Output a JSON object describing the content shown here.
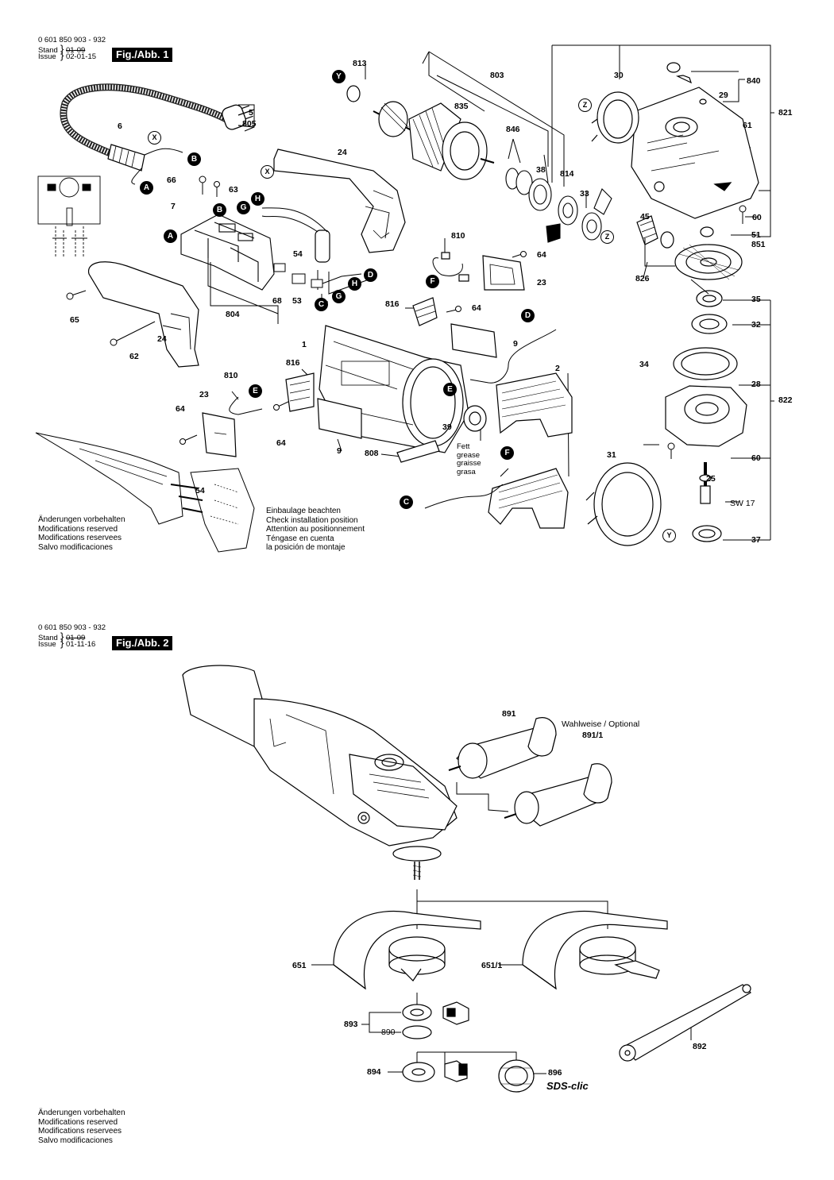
{
  "fig1": {
    "code": "0 601 850 903 - 932",
    "stand_label": "Stand",
    "stand_value": "01-09",
    "issue_label": "Issue",
    "issue_value": "02-01-15",
    "title": "Fig./Abb. 1",
    "notes_left": [
      "Änderungen vorbehalten",
      "Modifications reserved",
      "Modifications reservees",
      "Salvo modificaciones"
    ],
    "notes_install": [
      "Einbaulage beachten",
      "Check installation position",
      "Attention au positionnement",
      "Téngase en cuenta",
      "la posición de montaje"
    ],
    "grease": [
      "Fett",
      "grease",
      "graisse",
      "grasa"
    ],
    "parts": [
      "813",
      "803",
      "30",
      "840",
      "29",
      "821",
      "61",
      "835",
      "846",
      "38",
      "814",
      "33",
      "60",
      "45",
      "51",
      "851",
      "826",
      "35",
      "32",
      "34",
      "28",
      "822",
      "60",
      "25",
      "SW 17",
      "37",
      "5",
      "805",
      "6",
      "24",
      "66",
      "63",
      "7",
      "54",
      "810",
      "64",
      "23",
      "816",
      "64",
      "1",
      "9",
      "2",
      "804",
      "68",
      "53",
      "65",
      "62",
      "24",
      "810",
      "816",
      "23",
      "64",
      "64",
      "39",
      "9",
      "808",
      "31",
      "54"
    ],
    "callouts": [
      "Y",
      "X",
      "B",
      "A",
      "H",
      "G",
      "B",
      "A",
      "D",
      "H",
      "G",
      "C",
      "Z",
      "Z",
      "F",
      "D",
      "E",
      "E",
      "F",
      "C",
      "Y",
      "X",
      "Z"
    ]
  },
  "fig2": {
    "code": "0 601 850 903 - 932",
    "stand_label": "Stand",
    "stand_value": "01-09",
    "issue_label": "Issue",
    "issue_value": "01-11-16",
    "title": "Fig./Abb. 2",
    "optional": "Wahlweise / Optional",
    "parts": [
      "891",
      "891/1",
      "651",
      "651/1",
      "893",
      "890",
      "894",
      "896",
      "892"
    ],
    "sds": "SDS-clic",
    "notes_left": [
      "Änderungen vorbehalten",
      "Modifications reserved",
      "Modifications reservees",
      "Salvo modificaciones"
    ]
  }
}
